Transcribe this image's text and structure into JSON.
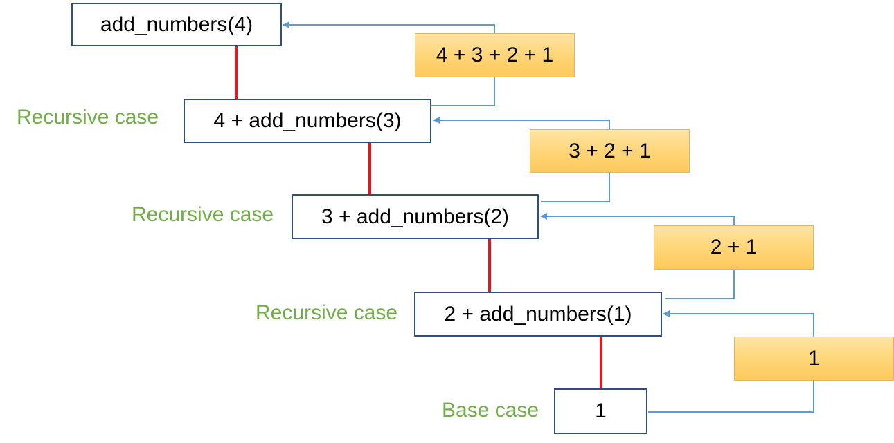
{
  "calls": [
    {
      "id": "call-1",
      "text": "add_numbers(4)"
    },
    {
      "id": "call-2",
      "text": "4 + add_numbers(3)"
    },
    {
      "id": "call-3",
      "text": "3 + add_numbers(2)"
    },
    {
      "id": "call-4",
      "text": "2 + add_numbers(1)"
    },
    {
      "id": "call-5",
      "text": "1"
    }
  ],
  "results": [
    {
      "id": "result-1",
      "text": "4 + 3 + 2 + 1"
    },
    {
      "id": "result-2",
      "text": "3 + 2 + 1"
    },
    {
      "id": "result-3",
      "text": "2 + 1"
    },
    {
      "id": "result-4",
      "text": "1"
    }
  ],
  "labels": [
    {
      "id": "label-1",
      "text": "Recursive case"
    },
    {
      "id": "label-2",
      "text": "Recursive case"
    },
    {
      "id": "label-3",
      "text": "Recursive case"
    },
    {
      "id": "label-4",
      "text": "Base case"
    }
  ],
  "colors": {
    "call_arrow": "#e8141e",
    "return_line": "#5b9bd5",
    "label_text": "#70ad47",
    "call_border": "#2f4f7f"
  }
}
